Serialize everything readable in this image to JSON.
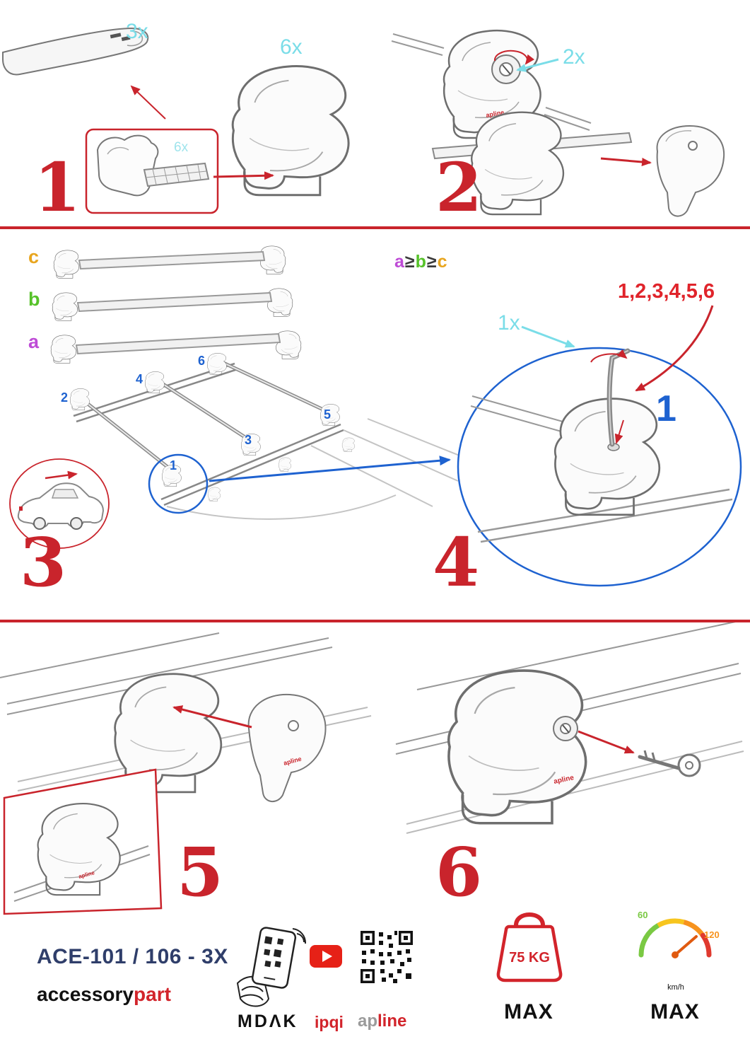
{
  "colors": {
    "accent_red": "#C9242C",
    "quantity_cyan": "#7ADDE8",
    "callout_blue": "#1E62D0",
    "model_navy": "#2F3E6A",
    "size_a_purple": "#BE4BD6",
    "size_b_green": "#56C229",
    "size_c_orange": "#E8A51E"
  },
  "step1": {
    "number": "1",
    "bar_qty": "3x",
    "foot_qty": "6x",
    "pad_qty": "6x"
  },
  "step2": {
    "number": "2",
    "lock_qty": "2x"
  },
  "step3": {
    "number": "3",
    "size_c": "c",
    "size_b": "b",
    "size_a": "a",
    "pos1": "1",
    "pos2": "2",
    "pos3": "3",
    "pos4": "4",
    "pos5": "5",
    "pos6": "6"
  },
  "step4": {
    "number": "4",
    "rule_a": "a",
    "rule_ge1": "≥",
    "rule_b": "b",
    "rule_ge2": "≥",
    "rule_c": "c",
    "sequence": "1,2,3,4,5,6",
    "key_qty": "1x",
    "callout": "1"
  },
  "step5": {
    "number": "5"
  },
  "step6": {
    "number": "6"
  },
  "brand": {
    "watermark": "apline"
  },
  "footer": {
    "model": "ACE-101 / 106 - 3X",
    "accessory": "accessory",
    "part": "part",
    "mdak": "MDΛK",
    "ipqi": "ipqi",
    "ap": "ap",
    "line": "line",
    "weight": "75 KG",
    "weight_max": "MAX",
    "speed_low": "60",
    "speed_high": "120",
    "speed_unit": "km/h",
    "speed_max": "MAX"
  }
}
